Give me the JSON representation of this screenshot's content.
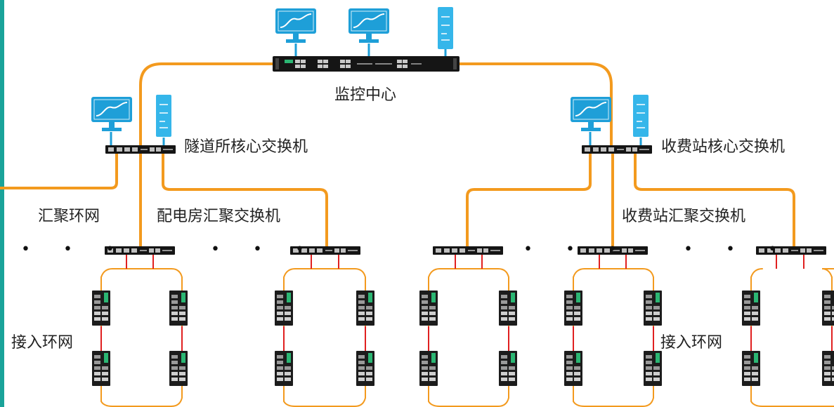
{
  "labels": {
    "monitor_center": "监控中心",
    "tunnel_core": "隧道所核心交换机",
    "toll_core": "收费站核心交换机",
    "aggregation_ring": "汇聚环网",
    "substation_agg": "配电房汇聚交换机",
    "toll_agg": "收费站汇聚交换机",
    "access_ring_left": "接入环网",
    "access_ring_right": "接入环网"
  },
  "ellipsis": "• • •",
  "colors": {
    "fiber": "#f39a1e",
    "copper": "#e02020",
    "monitor": "#1e9fd8",
    "server": "#35b6ea",
    "switch": "#151515",
    "accent": "#1aa39a"
  },
  "icons": {
    "monitor": "monitor-icon",
    "server": "server-icon",
    "core_switch": "rack-switch-icon",
    "agg_switch": "switch-icon",
    "access_switch": "din-rail-switch-icon"
  }
}
